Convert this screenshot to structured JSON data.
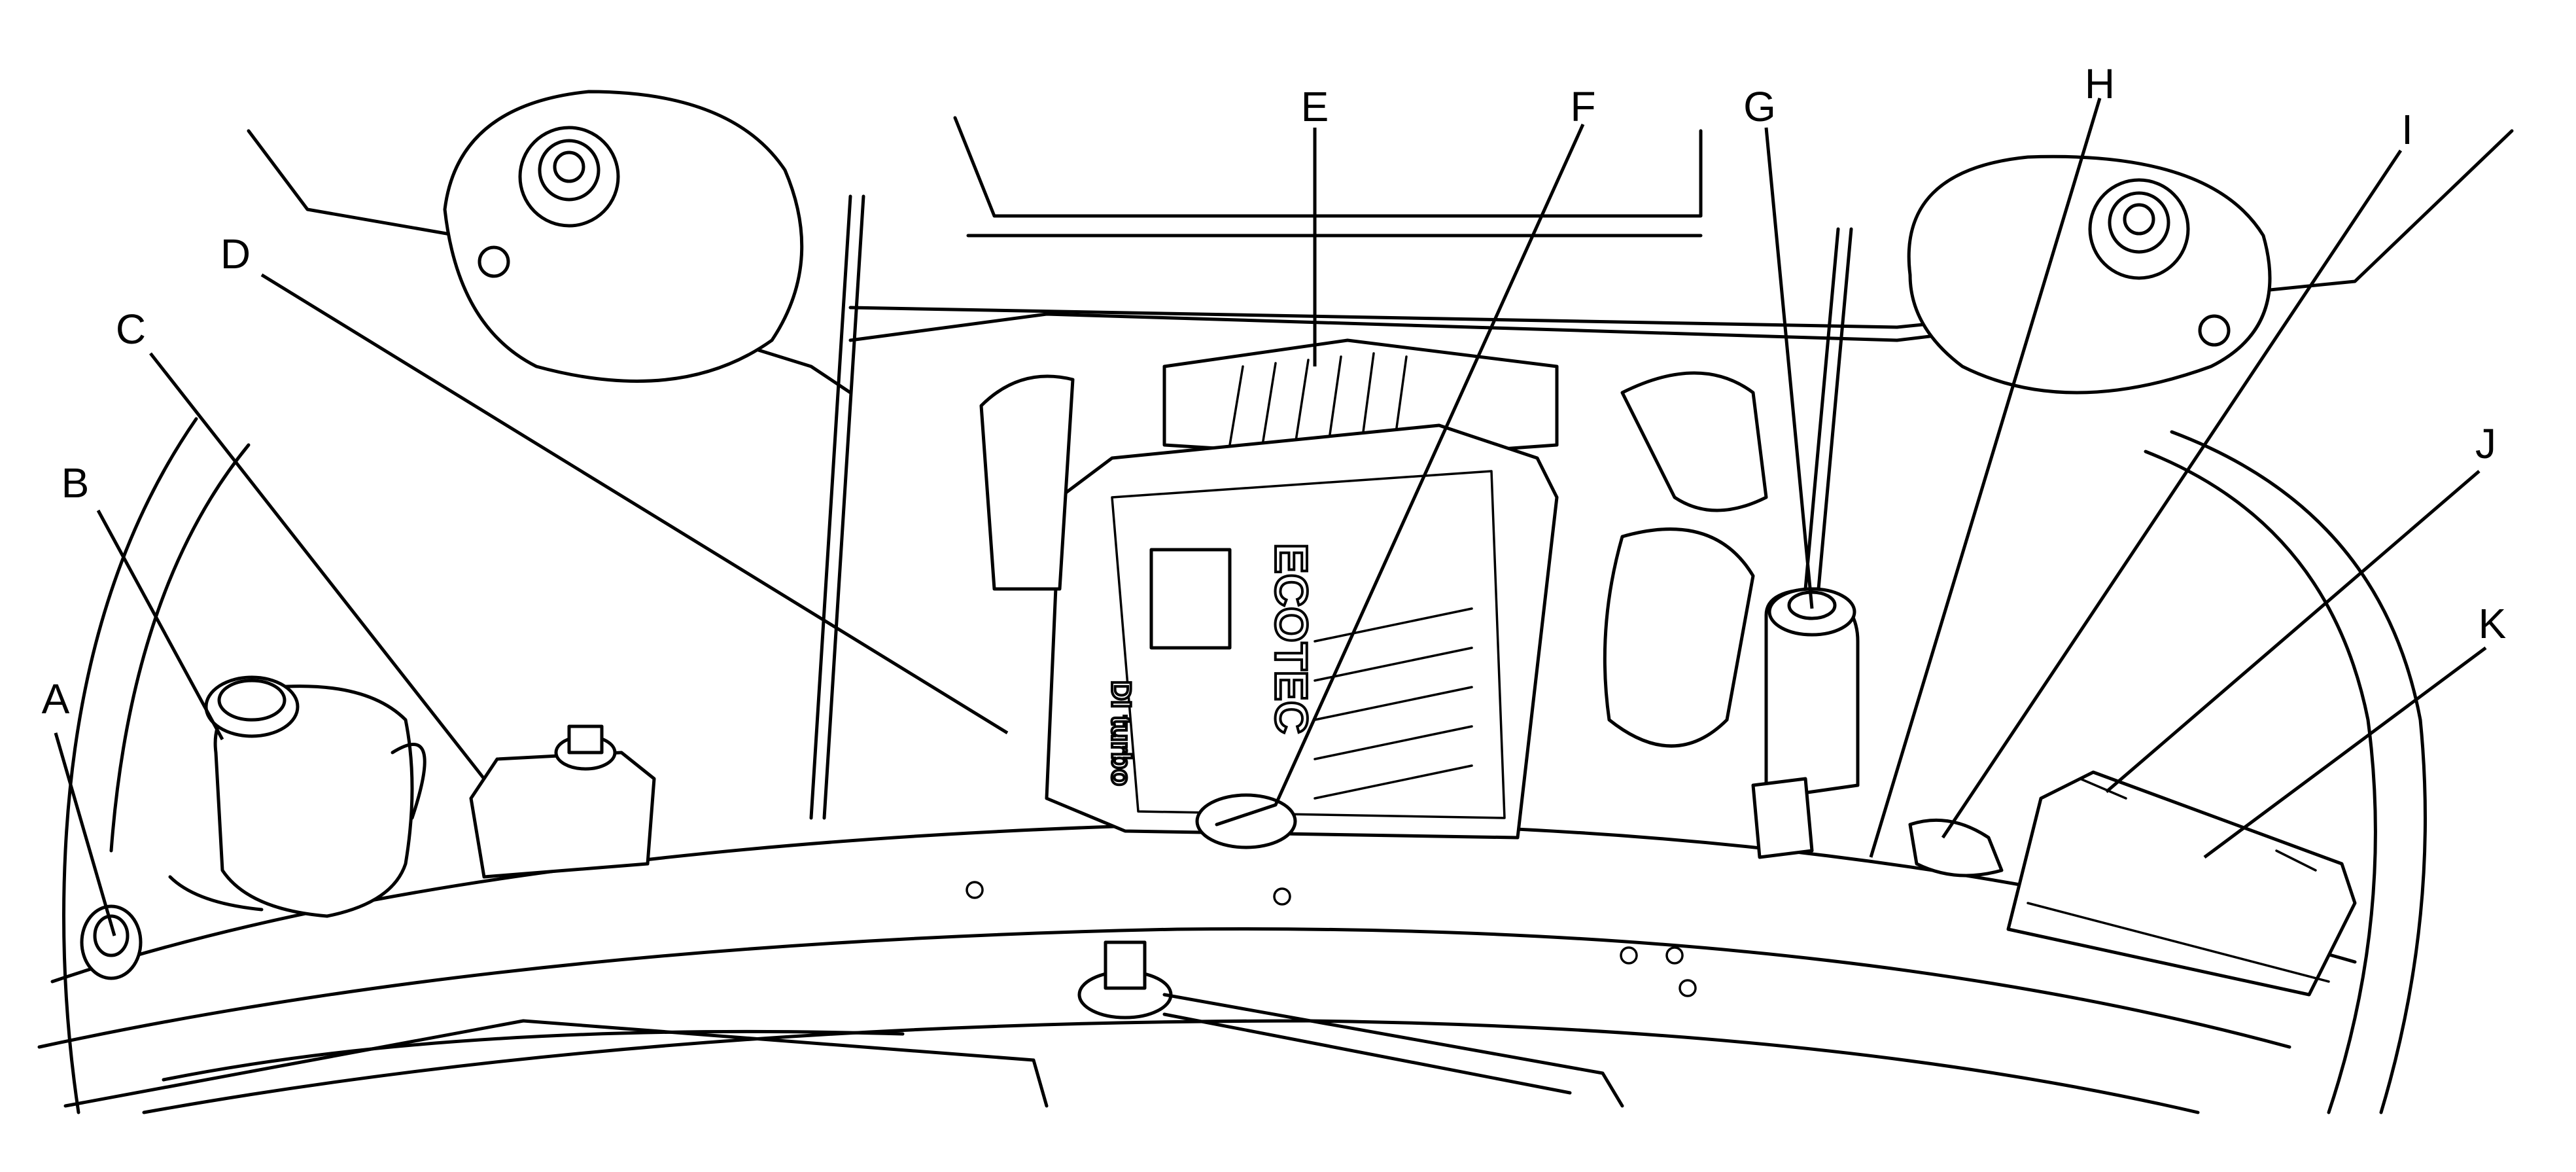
{
  "diagram": {
    "callouts": [
      {
        "id": "A",
        "label": "A"
      },
      {
        "id": "B",
        "label": "B"
      },
      {
        "id": "C",
        "label": "C"
      },
      {
        "id": "D",
        "label": "D"
      },
      {
        "id": "E",
        "label": "E"
      },
      {
        "id": "F",
        "label": "F"
      },
      {
        "id": "G",
        "label": "G"
      },
      {
        "id": "H",
        "label": "H"
      },
      {
        "id": "I",
        "label": "I"
      },
      {
        "id": "J",
        "label": "J"
      },
      {
        "id": "K",
        "label": "K"
      }
    ],
    "engine_cover_text": "ECOTEC",
    "engine_cover_subtext": "DI turbo"
  }
}
